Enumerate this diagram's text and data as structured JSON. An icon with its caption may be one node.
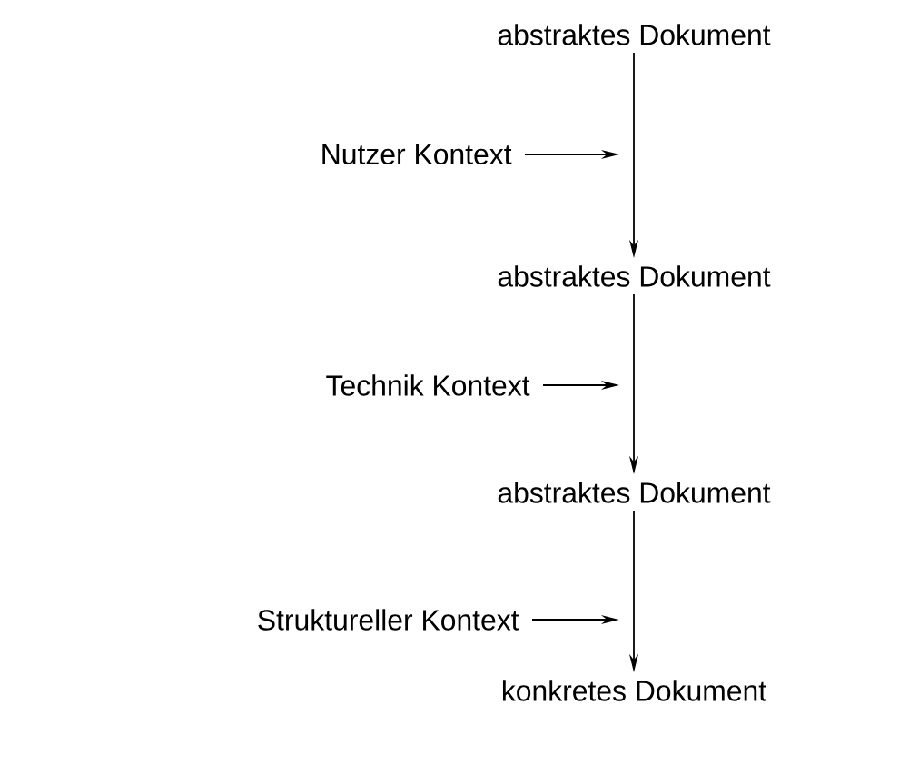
{
  "diagram": {
    "nodes": [
      {
        "text": [
          "abstraktes Dokument"
        ]
      },
      {
        "text": [
          "Nutzer Kontext"
        ]
      },
      {
        "text": [
          "abstraktes Dokument"
        ]
      },
      {
        "text": [
          "Technik Kontext"
        ]
      },
      {
        "text": [
          "abstraktes Dokument"
        ]
      },
      {
        "text": [
          "Struktureller Kontext"
        ]
      },
      {
        "text": [
          "konkretes Dokument"
        ]
      }
    ],
    "edges": [
      {
        "from": 0,
        "to": 2,
        "arrow": "to"
      },
      {
        "from": 2,
        "to": 4,
        "arrow": "to"
      },
      {
        "from": 4,
        "to": 6,
        "arrow": "to"
      },
      {
        "from": 1,
        "to": null,
        "arrow": "to"
      },
      {
        "from": 3,
        "to": null,
        "arrow": "to"
      },
      {
        "from": 5,
        "to": null,
        "arrow": "to"
      }
    ]
  }
}
